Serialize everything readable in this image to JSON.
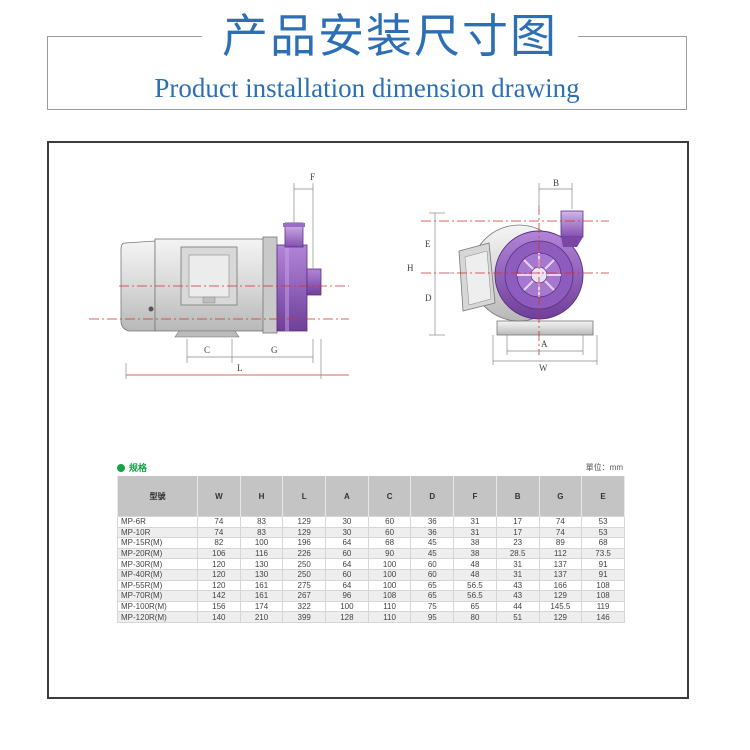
{
  "header": {
    "title_cn": "产品安装尺寸图",
    "title_en": "Product installation dimension drawing"
  },
  "drawing": {
    "side_view_labels": [
      "F",
      "C",
      "G",
      "L"
    ],
    "front_view_labels": [
      "B",
      "E",
      "H",
      "D",
      "A",
      "W"
    ]
  },
  "spec": {
    "title": "规格",
    "unit": "單位：mm",
    "columns": [
      "型號",
      "W",
      "H",
      "L",
      "A",
      "C",
      "D",
      "F",
      "B",
      "G",
      "E"
    ],
    "rows": [
      [
        "MP-6R",
        "74",
        "83",
        "129",
        "30",
        "60",
        "36",
        "31",
        "17",
        "74",
        "53"
      ],
      [
        "MP-10R",
        "74",
        "83",
        "129",
        "30",
        "60",
        "36",
        "31",
        "17",
        "74",
        "53"
      ],
      [
        "MP-15R(M)",
        "82",
        "100",
        "196",
        "64",
        "68",
        "45",
        "38",
        "23",
        "89",
        "68"
      ],
      [
        "MP-20R(M)",
        "106",
        "116",
        "226",
        "60",
        "90",
        "45",
        "38",
        "28.5",
        "112",
        "73.5"
      ],
      [
        "MP-30R(M)",
        "120",
        "130",
        "250",
        "64",
        "100",
        "60",
        "48",
        "31",
        "137",
        "91"
      ],
      [
        "MP-40R(M)",
        "120",
        "130",
        "250",
        "60",
        "100",
        "60",
        "48",
        "31",
        "137",
        "91"
      ],
      [
        "MP-55R(M)",
        "120",
        "161",
        "275",
        "64",
        "100",
        "65",
        "56.5",
        "43",
        "166",
        "108"
      ],
      [
        "MP-70R(M)",
        "142",
        "161",
        "267",
        "96",
        "108",
        "65",
        "56.5",
        "43",
        "129",
        "108"
      ],
      [
        "MP-100R(M)",
        "156",
        "174",
        "322",
        "100",
        "110",
        "75",
        "65",
        "44",
        "145.5",
        "119"
      ],
      [
        "MP-120R(M)",
        "140",
        "210",
        "399",
        "128",
        "110",
        "95",
        "80",
        "51",
        "129",
        "146"
      ]
    ]
  },
  "colors": {
    "title_blue": "#2d6fb4",
    "spec_green": "#17a14b",
    "dimension_red": "#cc3333",
    "pump_head_purple": "#8a55b5"
  }
}
